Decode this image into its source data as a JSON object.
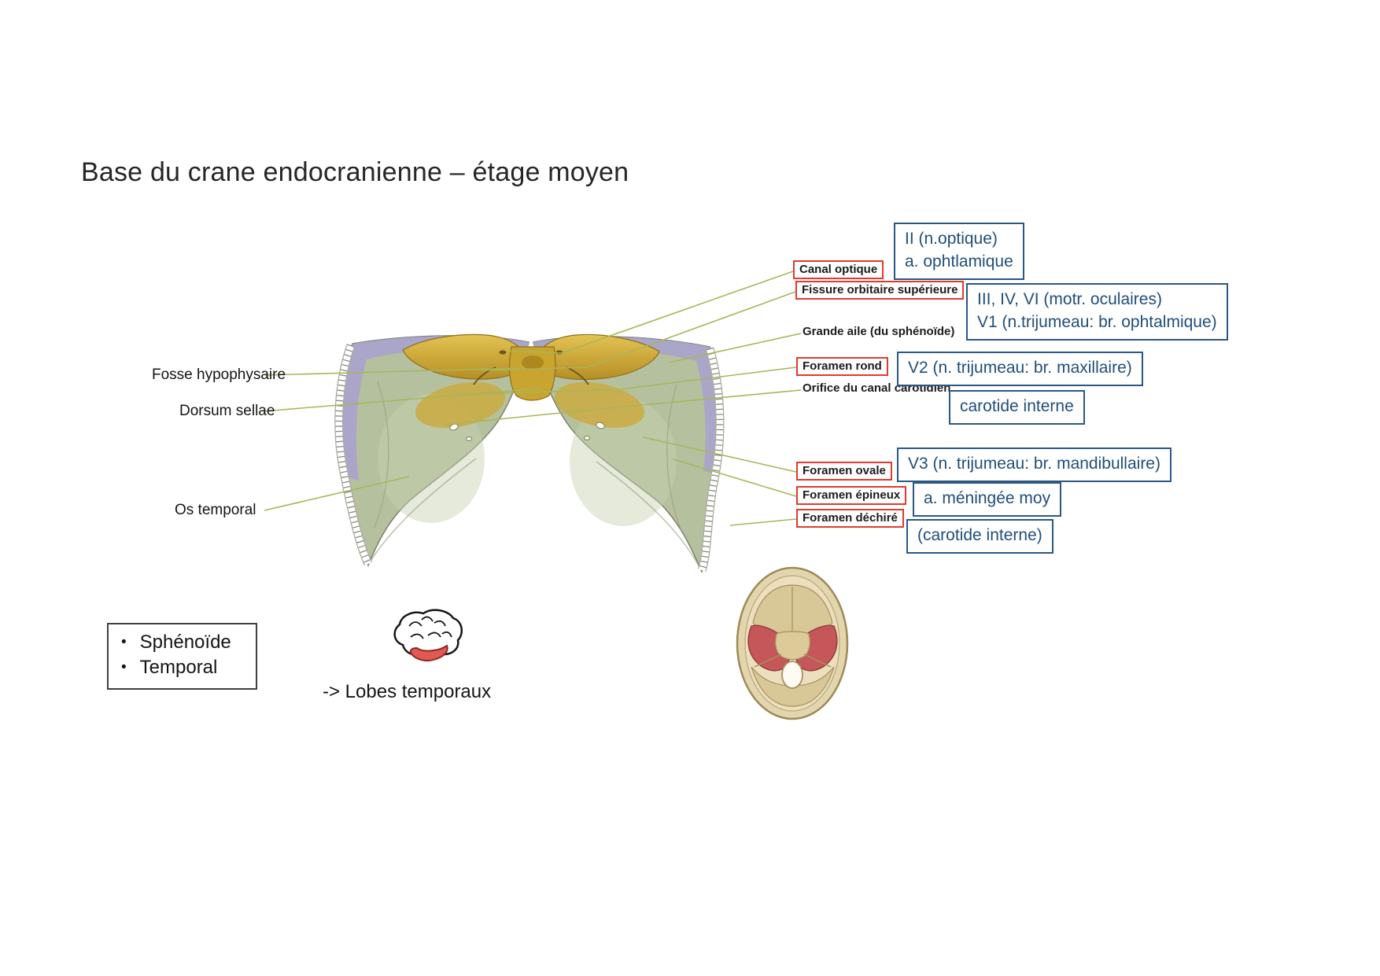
{
  "title": "Base du crane endocranienne – étage moyen",
  "left_labels": {
    "fosse_hypophysaire": "Fosse hypophysaire",
    "dorsum_sellae": "Dorsum sellae",
    "os_temporal": "Os temporal"
  },
  "figure_labels": {
    "canal_optique": "Canal optique",
    "fissure_orbitaire": "Fissure orbitaire supérieure",
    "grande_aile": "Grande aile (du sphénoïde)",
    "foramen_rond": "Foramen rond",
    "orifice_carotidien": "Orifice du canal carotidien",
    "foramen_ovale": "Foramen ovale",
    "foramen_epineux": "Foramen épineux",
    "foramen_dechire": "Foramen déchiré"
  },
  "annotations": {
    "optic": {
      "line1": "II (n.optique)",
      "line2": "a. ophtlamique"
    },
    "fissure": {
      "line1": "III, IV, VI (motr. oculaires)",
      "line2": "V1 (n.trijumeau: br. ophtalmique)"
    },
    "v2": "V2 (n. trijumeau: br. maxillaire)",
    "carotide": "carotide interne",
    "v3": "V3 (n. trijumeau: br. mandibullaire)",
    "meningee": "a. méningée moy",
    "carotide_parenthese": "(carotide interne)"
  },
  "legend": {
    "items": [
      "Sphénoïde",
      "Temporal"
    ],
    "note": "-> Lobes temporaux"
  },
  "colors": {
    "annotation_text_blue": "#1F4E79",
    "annotation_border_blue": "#2A5784",
    "red_box": "#E03A2F",
    "leader_line_green": "#A9B559",
    "sphenoid_gold": "#C9A42E",
    "wing_green": "#B5C19E",
    "wing_purple": "#A8A2CF",
    "middle_fossa_red": "#C5575A",
    "skull_tan": "#E3D6AE"
  }
}
